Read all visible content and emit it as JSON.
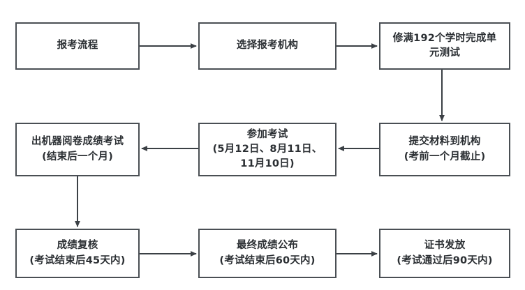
{
  "diagram": {
    "title": "报考流程",
    "type": "flowchart",
    "border_color": "#4a4f54",
    "text_color": "#2b2f33",
    "background_color": "#ffffff",
    "nodes": [
      {
        "id": "apply-process",
        "row": 1,
        "col": 1,
        "lines": [
          "报考流程"
        ]
      },
      {
        "id": "choose-agency",
        "row": 1,
        "col": 2,
        "lines": [
          "选择报考机构"
        ]
      },
      {
        "id": "complete-hours",
        "row": 1,
        "col": 3,
        "lines": [
          "修满192个学时完成单",
          "元测试"
        ]
      },
      {
        "id": "machine-score",
        "row": 2,
        "col": 1,
        "lines": [
          "出机器阅卷成绩考试",
          "(结束后一个月)"
        ]
      },
      {
        "id": "take-exam",
        "row": 2,
        "col": 2,
        "lines": [
          "参加考试",
          "(5月12日、8月11日、",
          "11月10日)"
        ]
      },
      {
        "id": "submit-materials",
        "row": 2,
        "col": 3,
        "lines": [
          "提交材料到机构",
          "(考前一个月截止)"
        ]
      },
      {
        "id": "score-review",
        "row": 3,
        "col": 1,
        "lines": [
          "成绩复核",
          "(考试结束后45天内)"
        ]
      },
      {
        "id": "final-score",
        "row": 3,
        "col": 2,
        "lines": [
          "最终成绩公布",
          "(考试结束后60天内)"
        ]
      },
      {
        "id": "certificate",
        "row": 3,
        "col": 3,
        "lines": [
          "证书发放",
          "(考试通过后90天内)"
        ]
      }
    ],
    "edges": [
      {
        "from": "apply-process",
        "to": "choose-agency",
        "direction": "right"
      },
      {
        "from": "choose-agency",
        "to": "complete-hours",
        "direction": "right"
      },
      {
        "from": "complete-hours",
        "to": "submit-materials",
        "direction": "down"
      },
      {
        "from": "submit-materials",
        "to": "take-exam",
        "direction": "left"
      },
      {
        "from": "take-exam",
        "to": "machine-score",
        "direction": "left"
      },
      {
        "from": "machine-score",
        "to": "score-review",
        "direction": "down"
      },
      {
        "from": "score-review",
        "to": "final-score",
        "direction": "right"
      },
      {
        "from": "final-score",
        "to": "certificate",
        "direction": "right"
      }
    ]
  }
}
